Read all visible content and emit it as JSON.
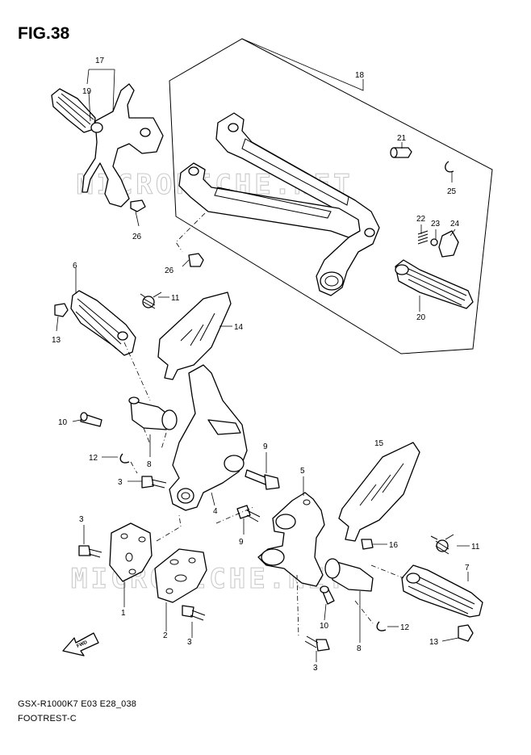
{
  "figure": {
    "title": "FIG.38",
    "model_code": "GSX-R1000K7 E03 E28_038",
    "section_name": "FOOTREST-C",
    "watermark_text": "MICROFICHE.NET",
    "direction_arrow_label": "FWD"
  },
  "callouts": [
    {
      "id": "c17",
      "label": "17"
    },
    {
      "id": "c19",
      "label": "19"
    },
    {
      "id": "c18",
      "label": "18"
    },
    {
      "id": "c21",
      "label": "21"
    },
    {
      "id": "c25",
      "label": "25"
    },
    {
      "id": "c22",
      "label": "22"
    },
    {
      "id": "c23",
      "label": "23"
    },
    {
      "id": "c24",
      "label": "24"
    },
    {
      "id": "c26a",
      "label": "26"
    },
    {
      "id": "c26b",
      "label": "26"
    },
    {
      "id": "c20",
      "label": "20"
    },
    {
      "id": "c6",
      "label": "6"
    },
    {
      "id": "c11a",
      "label": "11"
    },
    {
      "id": "c13a",
      "label": "13"
    },
    {
      "id": "c14",
      "label": "14"
    },
    {
      "id": "c10a",
      "label": "10"
    },
    {
      "id": "c12a",
      "label": "12"
    },
    {
      "id": "c8a",
      "label": "8"
    },
    {
      "id": "c9a",
      "label": "9"
    },
    {
      "id": "c15",
      "label": "15"
    },
    {
      "id": "c3a",
      "label": "3"
    },
    {
      "id": "c5",
      "label": "5"
    },
    {
      "id": "c4",
      "label": "4"
    },
    {
      "id": "c3b",
      "label": "3"
    },
    {
      "id": "c9b",
      "label": "9"
    },
    {
      "id": "c16",
      "label": "16"
    },
    {
      "id": "c11b",
      "label": "11"
    },
    {
      "id": "c7",
      "label": "7"
    },
    {
      "id": "c1",
      "label": "1"
    },
    {
      "id": "c2",
      "label": "2"
    },
    {
      "id": "c3c",
      "label": "3"
    },
    {
      "id": "c10b",
      "label": "10"
    },
    {
      "id": "c12b",
      "label": "12"
    },
    {
      "id": "c8b",
      "label": "8"
    },
    {
      "id": "c13b",
      "label": "13"
    },
    {
      "id": "c3d",
      "label": "3"
    }
  ]
}
